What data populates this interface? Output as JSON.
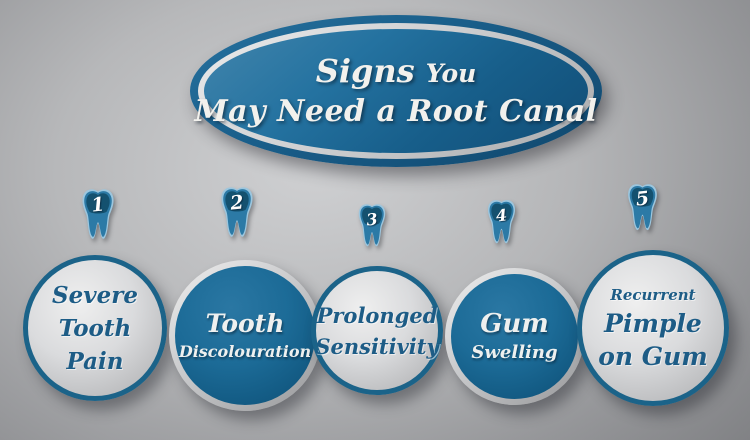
{
  "title": {
    "word_signs": "Signs",
    "word_you": "You",
    "line2": "May Need a Root Canal"
  },
  "signs": [
    {
      "number": "1",
      "variant": "light",
      "lines": [
        "Severe",
        "Tooth",
        "Pain"
      ]
    },
    {
      "number": "2",
      "variant": "blue",
      "lines": [
        "Tooth",
        "Discolouration"
      ]
    },
    {
      "number": "3",
      "variant": "light",
      "lines": [
        "Prolonged",
        "Sensitivity"
      ]
    },
    {
      "number": "4",
      "variant": "blue",
      "lines": [
        "Gum",
        "Swelling"
      ]
    },
    {
      "number": "5",
      "variant": "light",
      "lines": [
        "Recurrent",
        "Pimple",
        "on Gum"
      ]
    }
  ],
  "icons": [
    "tooth-icon",
    "tooth-icon",
    "tooth-icon",
    "tooth-icon",
    "tooth-icon"
  ],
  "colors": {
    "accent_blue": "#1b6a96",
    "dark_blue_border": "#1b6389",
    "dark_blue_text": "#1d5c86",
    "silver": "#d9dadb",
    "white_text": "#f2f1ed",
    "background_gray": "#b0b1b3"
  }
}
